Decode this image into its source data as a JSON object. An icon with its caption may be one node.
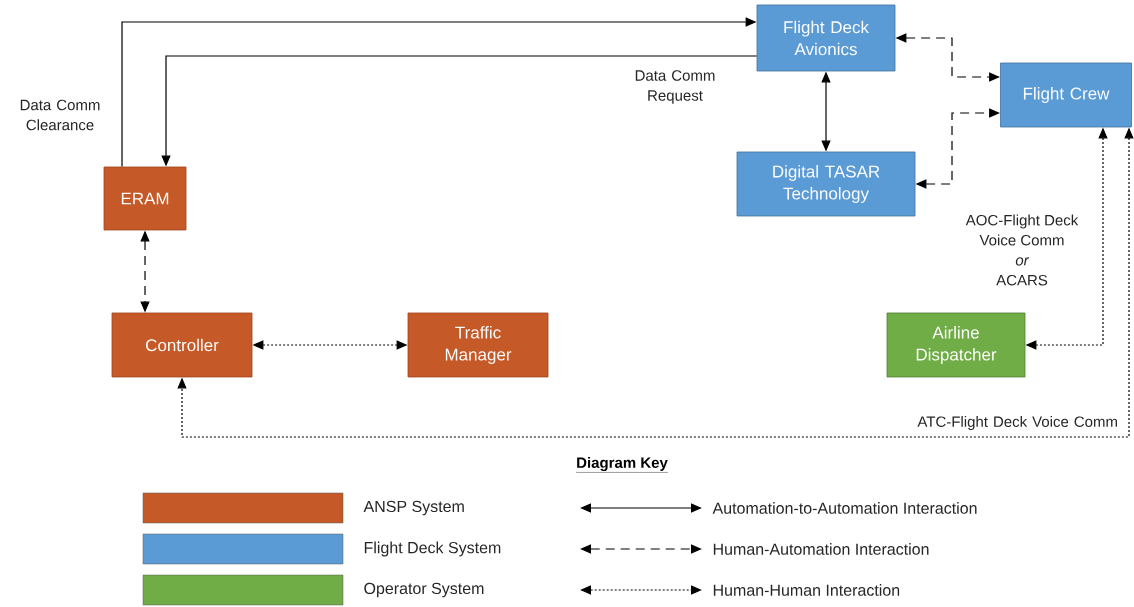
{
  "diagram": {
    "nodes": [
      {
        "text": [
          "Flight Deck Avionics"
        ]
      },
      {
        "text": [
          "Flight Crew"
        ]
      },
      {
        "text": [
          "ERAM"
        ]
      },
      {
        "text": [
          "Digital TASAR Technology"
        ]
      },
      {
        "text": [
          "Controller"
        ]
      },
      {
        "text": [
          "Traffic Manager"
        ]
      },
      {
        "text": [
          "Airline Dispatcher"
        ]
      }
    ],
    "edges": [
      {
        "from": 2,
        "to": 0,
        "arrow": "to",
        "label": "Data Comm Clearance"
      },
      {
        "from": 0,
        "to": 2,
        "arrow": "to",
        "label": "Data Comm Request"
      },
      {
        "from": 0,
        "to": 3,
        "arrow": "both"
      },
      {
        "from": 0,
        "to": 1,
        "arrow": "both",
        "style": "dashed"
      },
      {
        "from": 3,
        "to": 1,
        "arrow": "both",
        "style": "dashed"
      },
      {
        "from": 2,
        "to": 4,
        "arrow": "both",
        "style": "dashed"
      },
      {
        "from": 4,
        "to": 5,
        "arrow": "both",
        "style": "dashed"
      },
      {
        "from": 1,
        "to": 6,
        "arrow": "both",
        "style": "dashed",
        "label": "AOC-Flight Deck Voice Comm *or* ACARS"
      },
      {
        "from": 1,
        "to": 4,
        "arrow": "both",
        "style": "dashed",
        "label": "ATC-Flight Deck Voice Comm"
      }
    ],
    "labels": [
      "Diagram Key"
    ],
    "legend": [
      {
        "text": "ANSP System",
        "color": "#c55a28"
      },
      {
        "text": "Flight Deck System",
        "color": "#5b9bd5"
      },
      {
        "text": "Operator System",
        "color": "#70ad47"
      },
      {
        "text": "Automation-to-Automation Interaction"
      },
      {
        "text": "Human-Automation Interaction"
      },
      {
        "text": "Human-Human Interaction"
      }
    ]
  }
}
